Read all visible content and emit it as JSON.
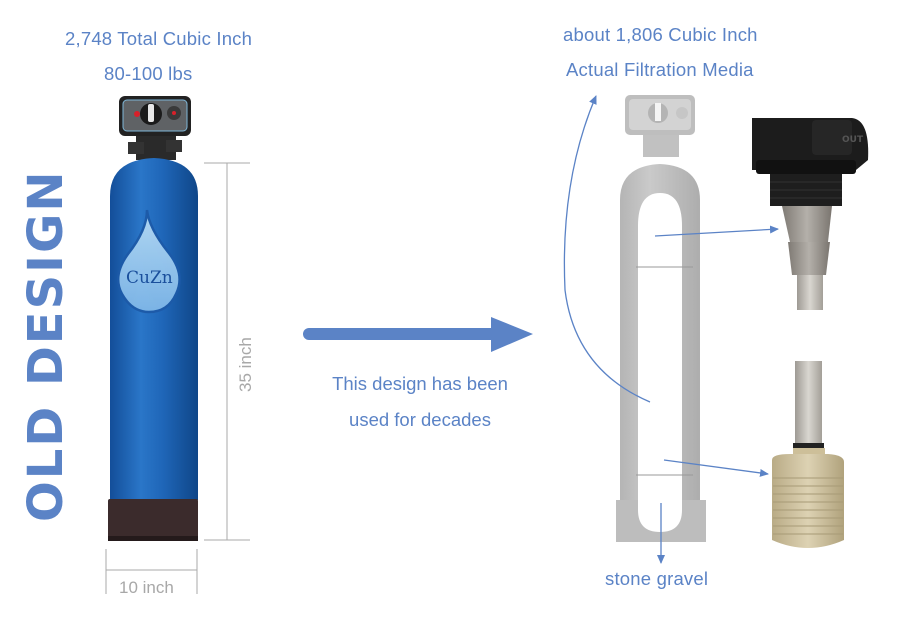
{
  "old_design": {
    "title": "OLD DESIGN",
    "total_volume": "2,748 Total Cubic Inch",
    "weight": "80-100 lbs",
    "tank_label": "CuZn",
    "height_dim": "35 inch",
    "width_dim": "10 inch"
  },
  "transition": {
    "caption_line1": "This design has been",
    "caption_line2": "used for decades"
  },
  "cutaway": {
    "media_volume": "about 1,806 Cubic Inch",
    "media_label": "Actual Filtration Media",
    "gravel_label": "stone gravel",
    "distributor_top_label": "OUT"
  },
  "colors": {
    "accent": "#5b83c6",
    "tank_blue": "#1f63b3",
    "base_brown": "#3a2a2a",
    "dim_gray": "#a8a8a8",
    "cutaway_gray": "#b9b9b9"
  }
}
